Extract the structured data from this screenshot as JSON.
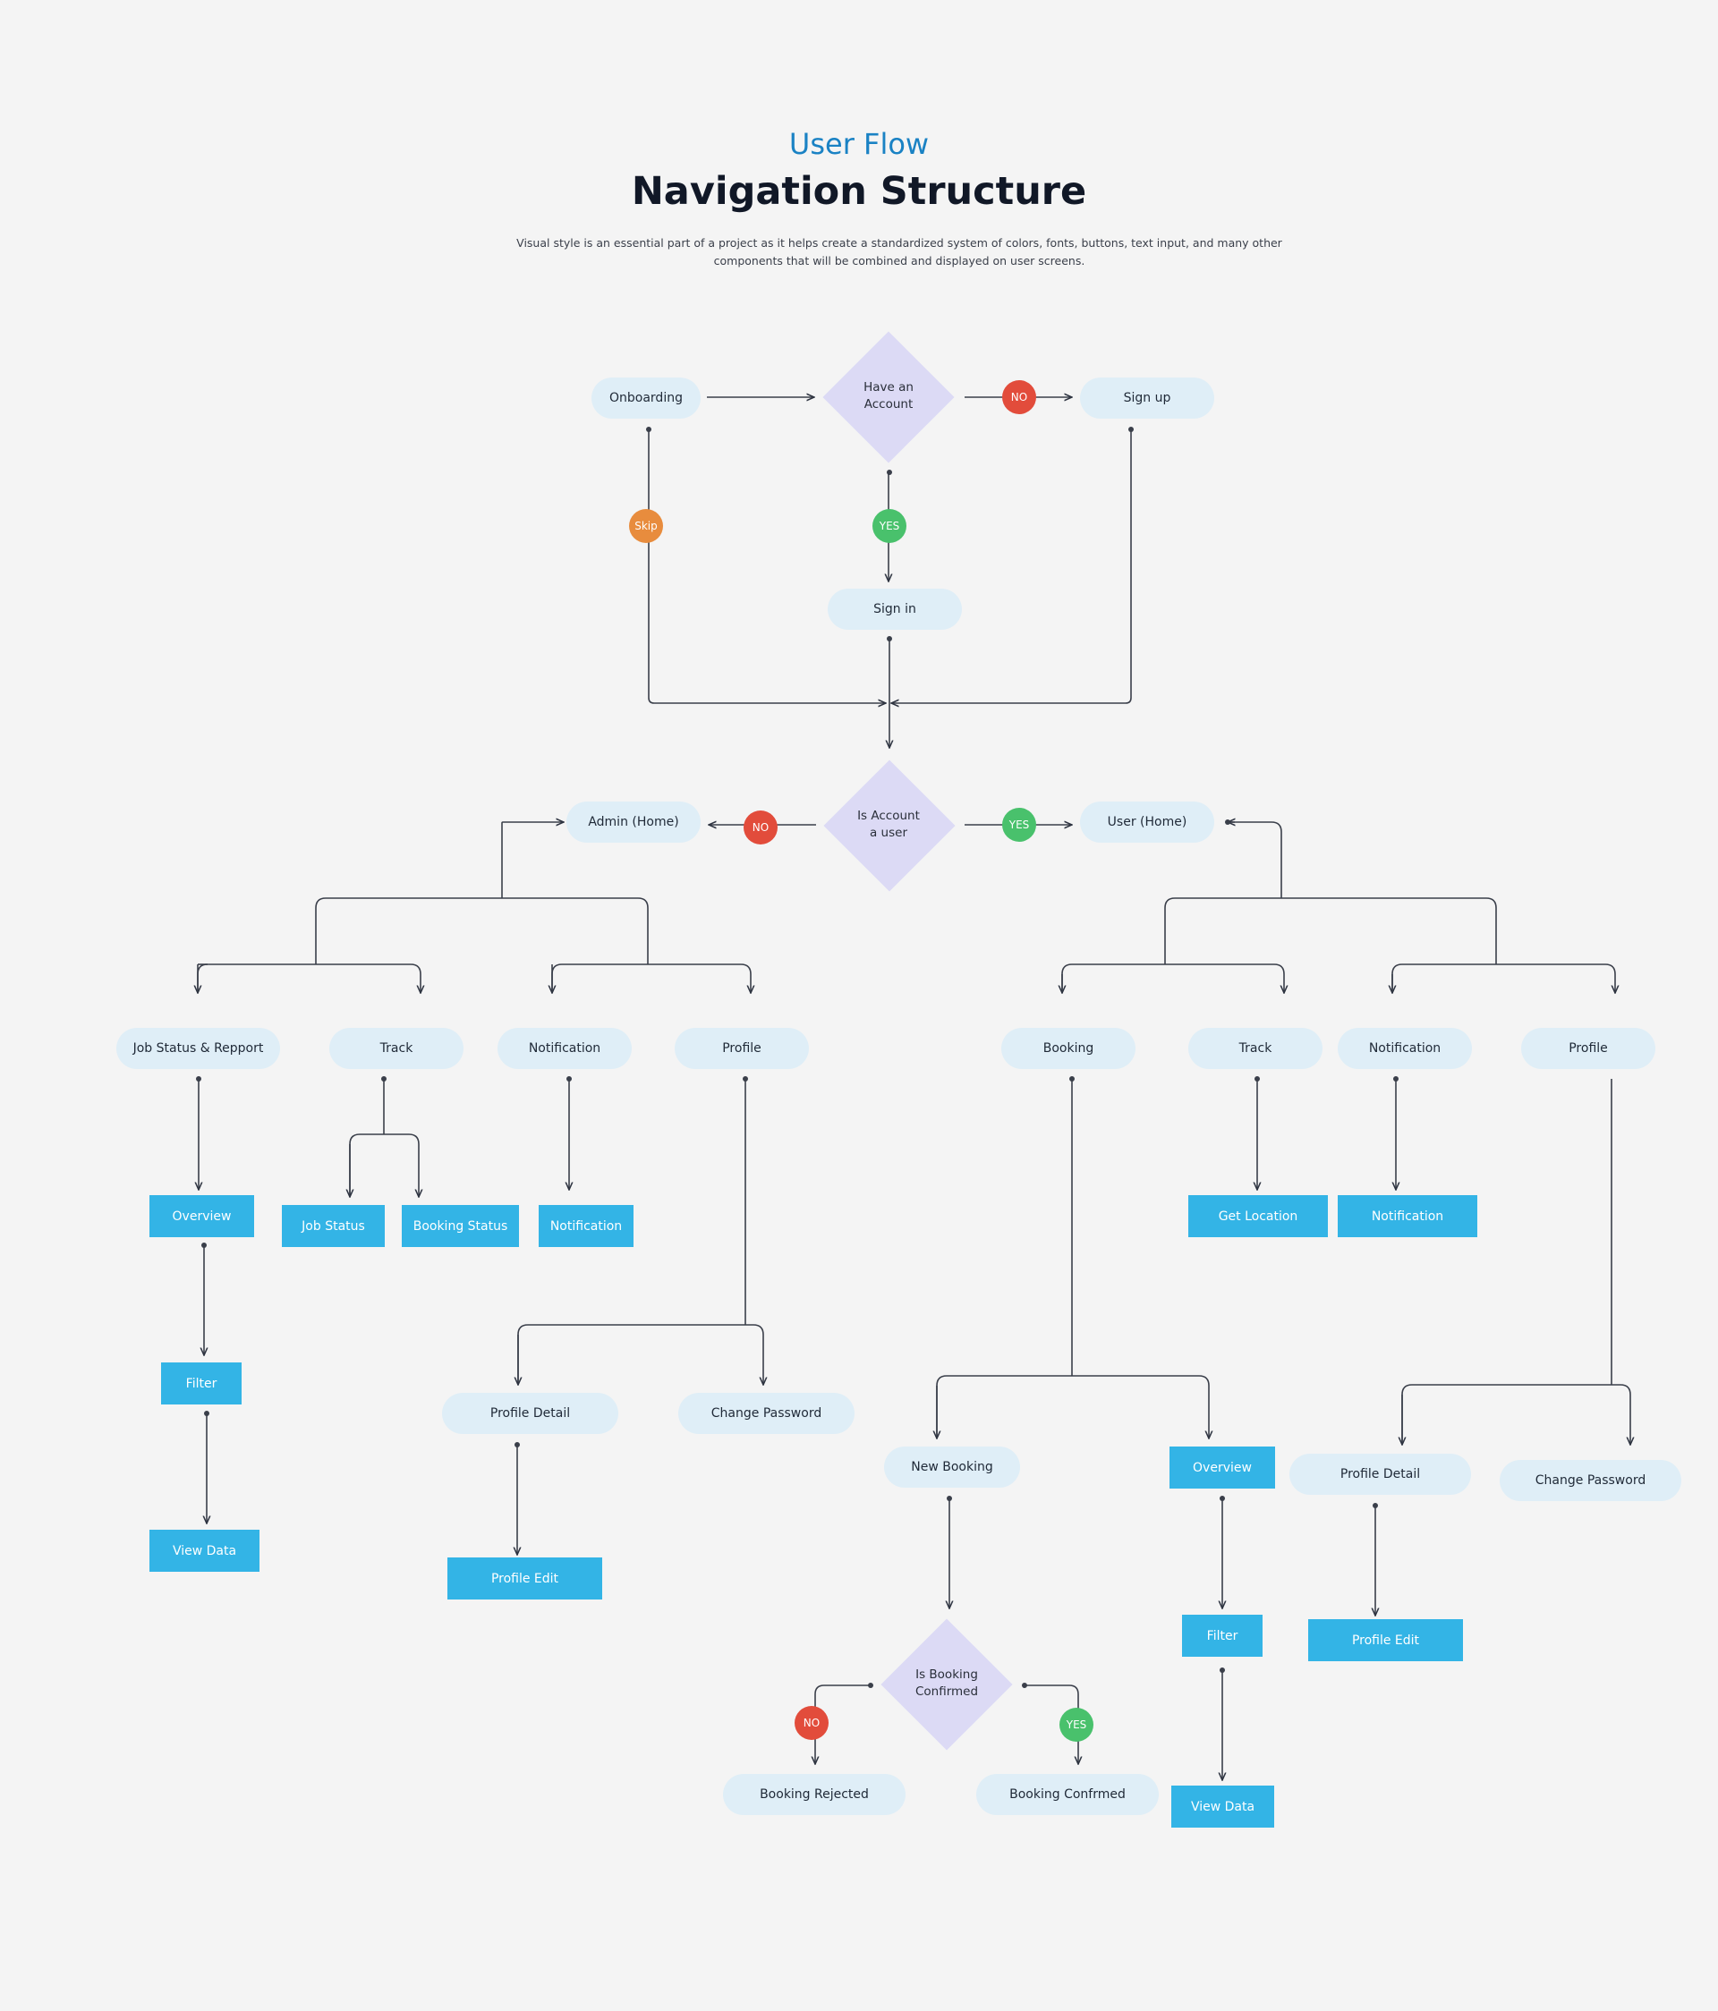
{
  "header": {
    "kicker": "User Flow",
    "title": "Navigation Structure",
    "description": "Visual style is an essential part of a project as it helps create a standardized system of colors, fonts, buttons, text input, and many other components that will be combined and displayed on user screens."
  },
  "colors": {
    "background": "#f4f4f4",
    "pill": "#dfeef7",
    "box": "#33b4e6",
    "decision": "#dcdaf5",
    "no_badge": "#e24c3b",
    "yes_badge": "#49c16c",
    "skip_badge": "#e88c3d",
    "accent": "#1a82c4"
  },
  "flow": {
    "onboarding": "Onboarding",
    "have_account": "Have an\nAccount",
    "sign_up": "Sign up",
    "sign_in": "Sign in",
    "is_account_user": "Is Account\na user",
    "admin_home": "Admin (Home)",
    "user_home": "User (Home)",
    "badge_no_signup": "NO",
    "badge_yes_signin": "YES",
    "badge_skip": "Skip",
    "badge_no_admin": "NO",
    "badge_yes_user": "YES"
  },
  "admin": {
    "job_status_report": "Job Status & Repport",
    "track": "Track",
    "notification": "Notification",
    "profile": "Profile",
    "overview": "Overview",
    "filter": "Filter",
    "view_data": "View Data",
    "job_status": "Job Status",
    "booking_status": "Booking Status",
    "notification_screen": "Notification",
    "profile_detail": "Profile Detail",
    "change_password": "Change Password",
    "profile_edit": "Profile Edit"
  },
  "user": {
    "booking": "Booking",
    "track": "Track",
    "notification": "Notification",
    "profile": "Profile",
    "get_location": "Get Location",
    "notification_screen": "Notification",
    "new_booking": "New Booking",
    "overview": "Overview",
    "filter": "Filter",
    "view_data": "View Data",
    "is_booking_confirmed": "Is Booking\nConfirmed",
    "badge_no_rejected": "NO",
    "badge_yes_confirmed": "YES",
    "booking_rejected": "Booking Rejected",
    "booking_confirmed": "Booking Confrmed",
    "profile_detail": "Profile Detail",
    "change_password": "Change Password",
    "profile_edit": "Profile Edit"
  }
}
